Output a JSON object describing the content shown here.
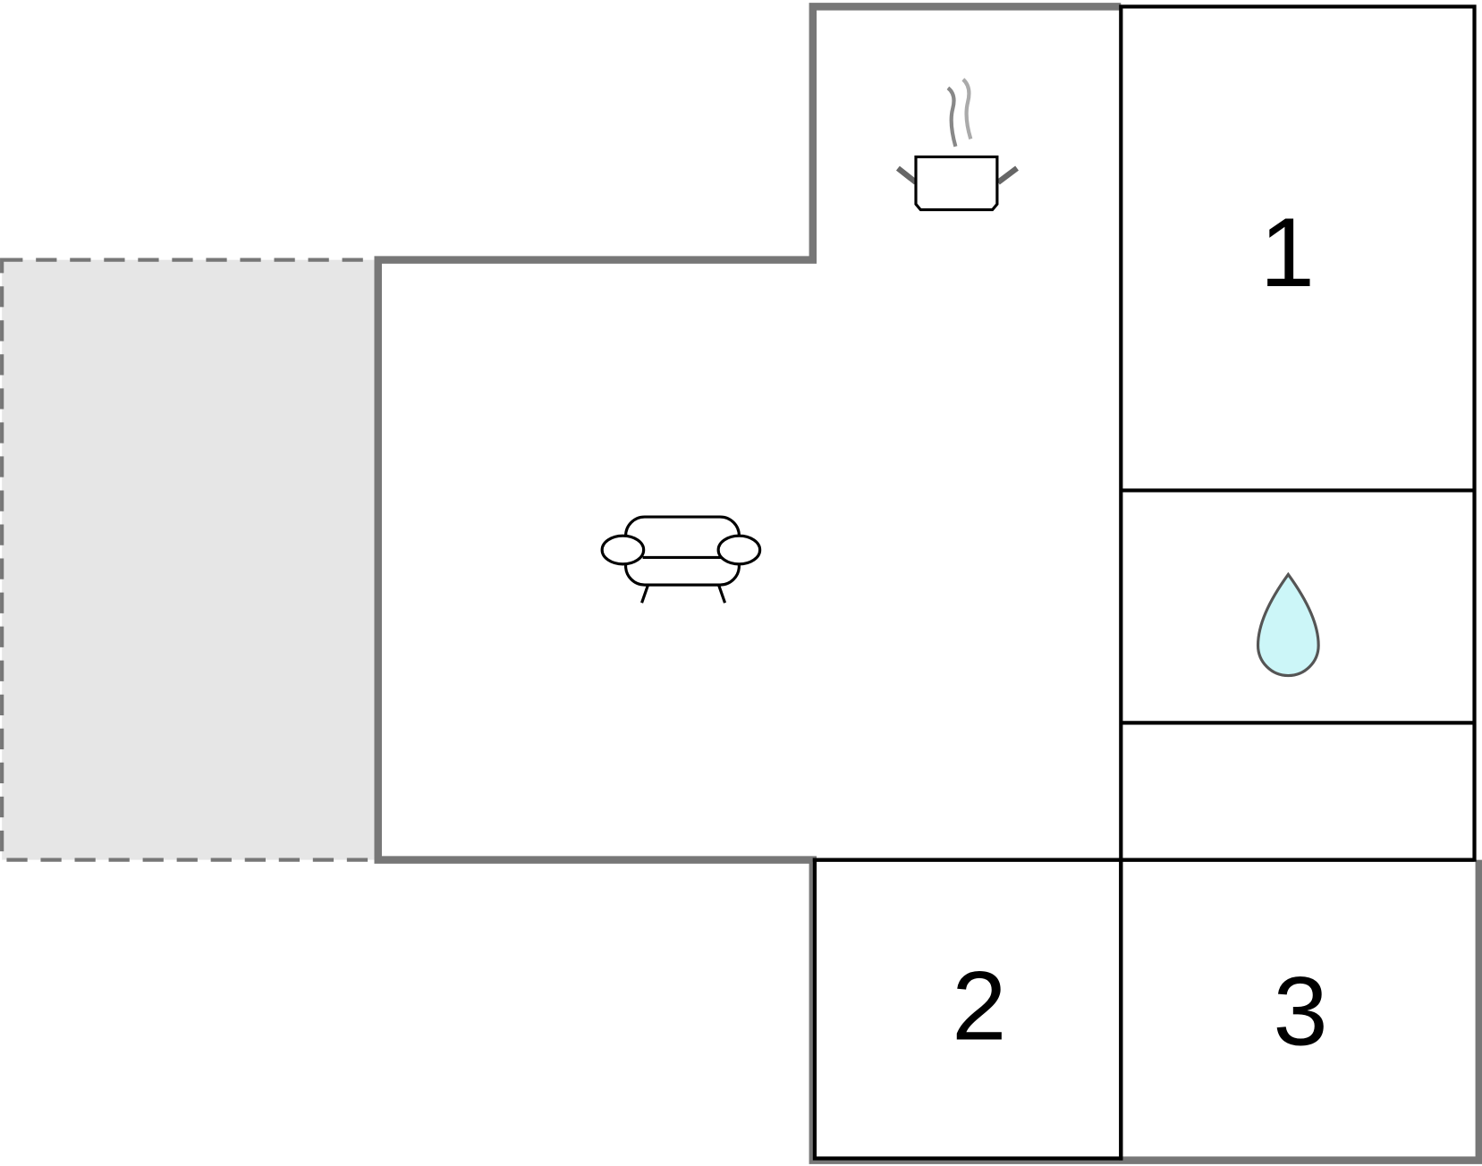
{
  "rooms": {
    "bedroom_1": {
      "label": "1"
    },
    "bedroom_2": {
      "label": "2"
    },
    "bedroom_3": {
      "label": "3"
    }
  },
  "icons": {
    "kitchen": "cooking-pot-icon",
    "living": "sofa-icon",
    "bathroom": "water-drop-icon"
  },
  "colors": {
    "outer_wall": "#777777",
    "inner_wall": "#000000",
    "terrace_fill": "#e6e6e6",
    "water_drop": "#ccf6f8"
  }
}
